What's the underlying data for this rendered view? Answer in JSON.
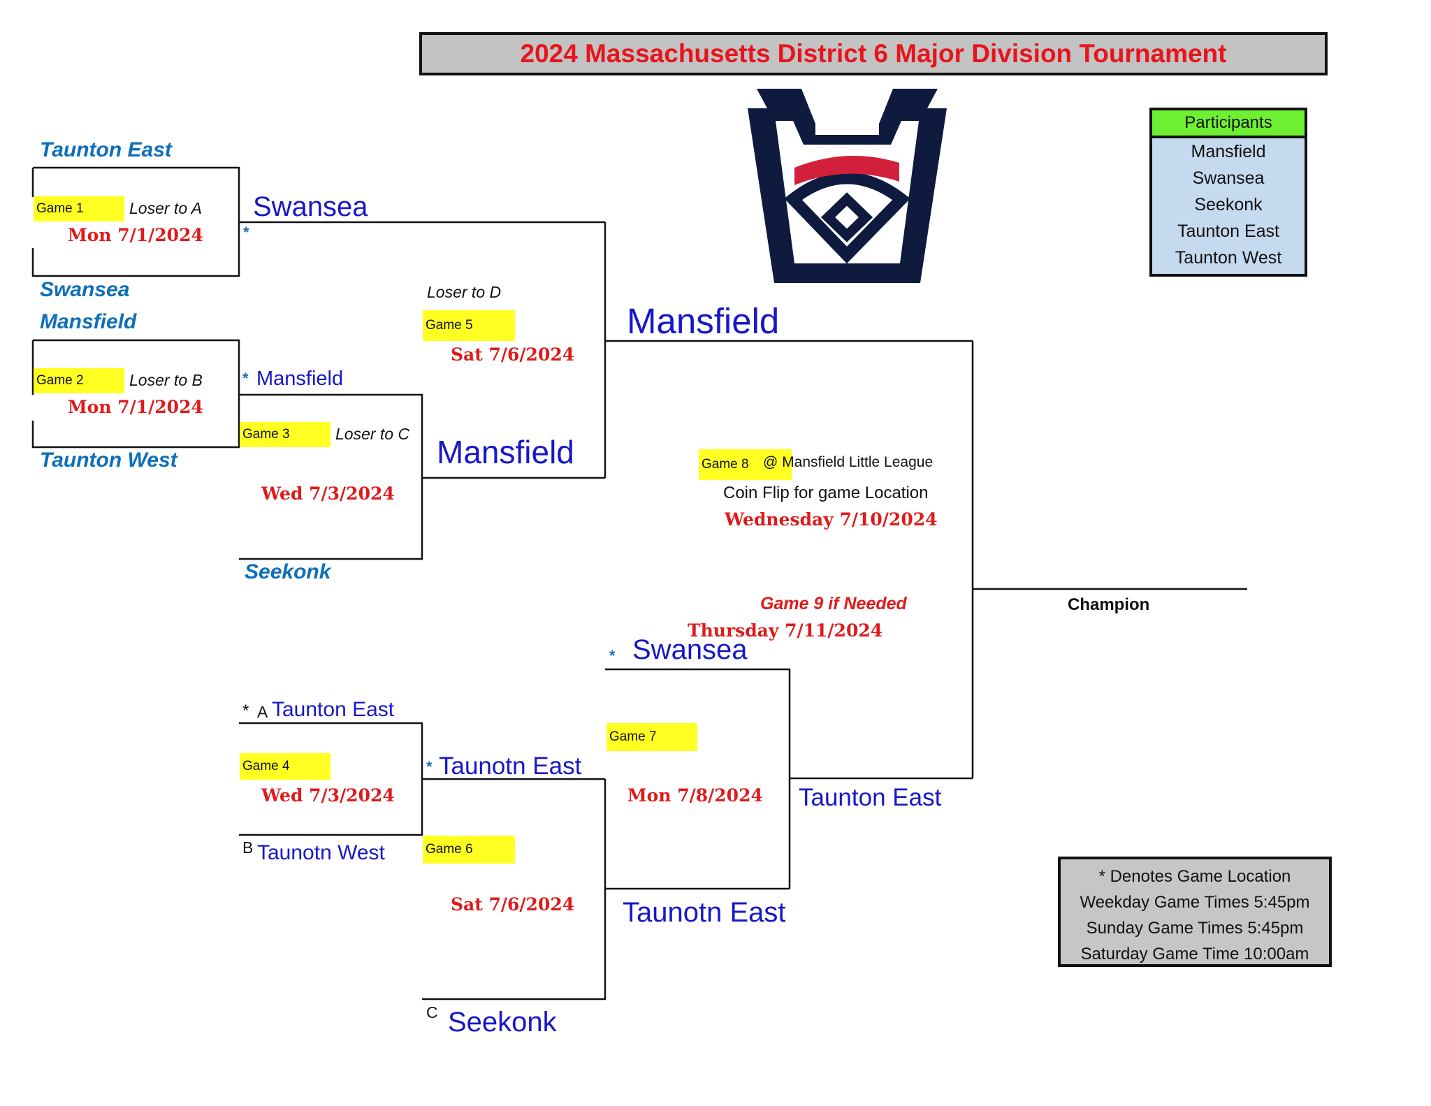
{
  "title": "2024 Massachusetts District 6  Major Division Tournament",
  "participants": {
    "header": "Participants",
    "items": [
      "Mansfield",
      "Swansea",
      "Seekonk",
      "Taunton East",
      "Taunton West"
    ]
  },
  "notes": {
    "line1": "*   Denotes Game Location",
    "line2": "Weekday Game Times 5:45pm",
    "line3": "Sunday Game Times 5:45pm",
    "line4": "Saturday Game Time 10:00am"
  },
  "seeds": {
    "taunton_east": "Taunton East",
    "swansea": "Swansea",
    "mansfield": "Mansfield",
    "taunton_west": "Taunton West",
    "seekonk": "Seekonk"
  },
  "games": {
    "g1": {
      "label": "Game 1",
      "loser": "Loser to A",
      "date": "Mon 7/1/2024",
      "winner": "Swansea"
    },
    "g2": {
      "label": "Game 2",
      "loser": "Loser to B",
      "date": "Mon 7/1/2024",
      "winner": "Mansfield"
    },
    "g3": {
      "label": "Game 3",
      "loser": "Loser to C",
      "date": "Wed 7/3/2024",
      "winner": "Mansfield"
    },
    "g4": {
      "label": "Game 4",
      "date": "Wed 7/3/2024",
      "slot_a_prefix": "A",
      "slot_a": "Taunton East",
      "slot_b_prefix": "B",
      "slot_b": "Taunotn West",
      "winner": "Taunotn East"
    },
    "g5": {
      "label": "Game 5",
      "loser": "Loser to D",
      "date": "Sat 7/6/2024",
      "winner": "Mansfield"
    },
    "g6": {
      "label": "Game 6",
      "date": "Sat 7/6/2024",
      "slot_c_prefix": "C",
      "slot_c": "Seekonk",
      "winner": "Taunotn East"
    },
    "g7": {
      "label": "Game 7",
      "date": "Mon 7/8/2024",
      "slot_top": "Swansea",
      "winner": "Taunton East"
    },
    "g8": {
      "label": "Game 8",
      "location": "@ Mansfield Little League",
      "note": "Coin Flip for game Location",
      "date": "Wednesday 7/10/2024"
    },
    "g9": {
      "label": "Game 9 if Needed",
      "date": "Thursday 7/11/2024"
    }
  },
  "champion_label": "Champion",
  "asterisk": "*",
  "colors": {
    "title_red": "#e8141c",
    "team_blue": "#1717c9",
    "seed_blue": "#0e6fb8",
    "game_yellow": "#ffff22",
    "participants_green": "#6ef032",
    "participants_bg": "#c5d9ef",
    "notes_bg": "#c6c6c6",
    "logo_navy": "#0f1a3f",
    "logo_red": "#d21f3c"
  },
  "logo": {
    "icon": "little-league-keystone-icon"
  }
}
